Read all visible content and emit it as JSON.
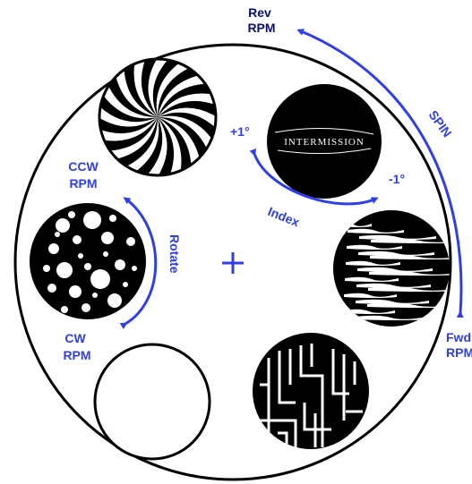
{
  "colors": {
    "accent": "#2f3fe8",
    "dark_label": "#0a1070",
    "ink": "#000000",
    "paper": "#ffffff"
  },
  "labels": {
    "rev": "Rev",
    "rev_rpm": "RPM",
    "spin": "SPIN",
    "fwd": "Fwd",
    "fwd_rpm": "RPM",
    "ccw": "CCW",
    "ccw_rpm": "RPM",
    "cw": "CW",
    "cw_rpm": "RPM",
    "rotate": "Rotate",
    "index": "Index",
    "plus_one": "+1°",
    "minus_one": "-1°",
    "gobo_text": "INTERMISSION"
  },
  "gobos": [
    {
      "name": "swirl",
      "icon": "swirl-gobo-icon"
    },
    {
      "name": "intermission",
      "icon": "intermission-gobo-icon"
    },
    {
      "name": "breakup",
      "icon": "breakup-gobo-icon"
    },
    {
      "name": "circuit",
      "icon": "circuit-gobo-icon"
    },
    {
      "name": "open",
      "icon": "open-gobo-icon"
    },
    {
      "name": "bubbles",
      "icon": "bubbles-gobo-icon"
    }
  ]
}
